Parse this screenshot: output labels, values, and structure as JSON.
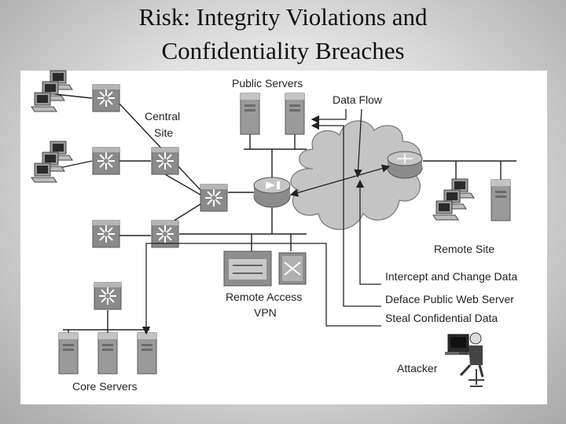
{
  "title": {
    "line1": "Risk: Integrity Violations and",
    "line2": "Confidentiality Breaches"
  },
  "diagram": {
    "public_servers": "Public Servers",
    "data_flow": "Data Flow",
    "central_site_line1": "Central",
    "central_site_line2": "Site",
    "remote_site": "Remote Site",
    "intercept": "Intercept and Change Data",
    "deface": "Deface Public Web Server",
    "steal": "Steal Confidential Data",
    "remote_access_line1": "Remote Access",
    "remote_access_line2": "VPN",
    "attacker": "Attacker",
    "core_servers": "Core Servers"
  },
  "icons": {
    "switch": "switch-icon",
    "router": "router-icon",
    "server": "server-icon",
    "workstation": "workstation-icon",
    "cloud": "internet-cloud-icon",
    "firewall": "firewall-icon",
    "vpn": "vpn-concentrator-icon",
    "attacker": "attacker-icon"
  }
}
